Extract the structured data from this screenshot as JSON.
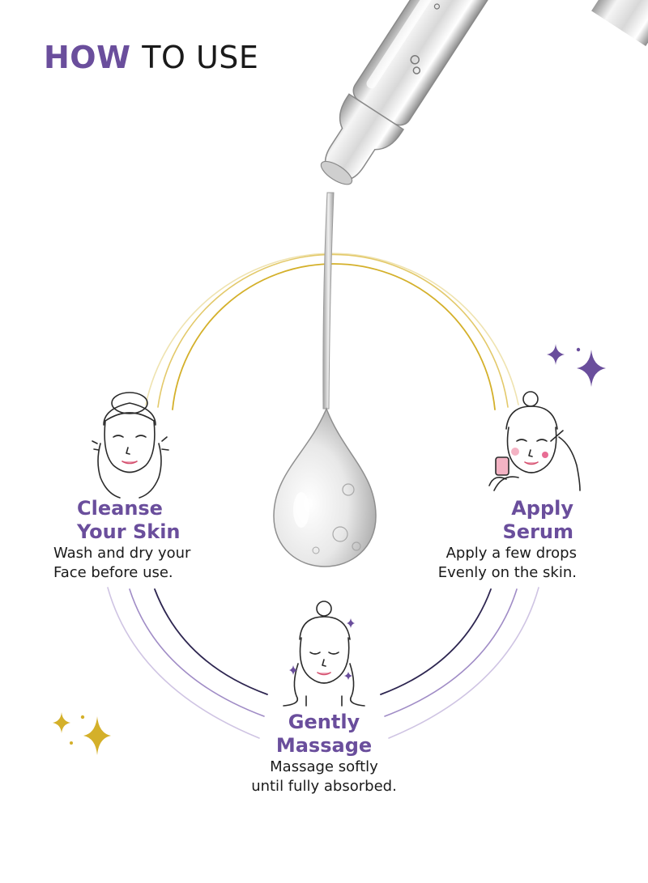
{
  "header": {
    "title_accent": "HOW",
    "title_rest": "TO USE"
  },
  "colors": {
    "accent": "#6a4e9c",
    "gold": "#d4b02a",
    "text": "#1a1a1a"
  },
  "steps": [
    {
      "title_line1": "Cleanse",
      "title_line2": "Your Skin",
      "desc_line1": "Wash and dry your",
      "desc_line2": "Face before use."
    },
    {
      "title_line1": "Apply",
      "title_line2": "Serum",
      "desc_line1": "Apply a few drops",
      "desc_line2": "Evenly on the skin."
    },
    {
      "title_line1": "Gently",
      "title_line2": "Massage",
      "desc_line1": "Massage softly",
      "desc_line2": "until fully absorbed."
    }
  ],
  "icons": {
    "dropper": "dropper-icon",
    "droplet": "serum-drop-icon",
    "sparkle": "sparkle-icon",
    "face": "face-illustration-icon"
  }
}
